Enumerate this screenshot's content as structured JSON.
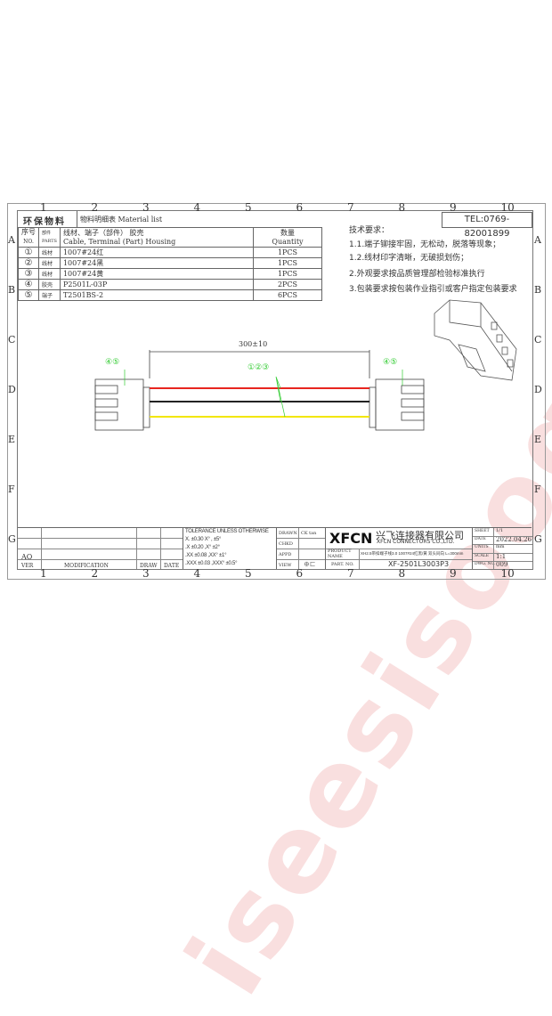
{
  "grid": {
    "columns": [
      "1",
      "2",
      "3",
      "4",
      "5",
      "6",
      "7",
      "8",
      "9",
      "10"
    ],
    "rows": [
      "A",
      "B",
      "C",
      "D",
      "E",
      "F",
      "G"
    ]
  },
  "header": {
    "eco": "环保物料",
    "list_title": "物料明细表 Material list",
    "tel": "TEL:0769-82001899"
  },
  "bom": {
    "h_no": "序号",
    "h_no_en": "NO.",
    "h_parts": "部件",
    "h_parts_en": "PARTS",
    "h_desc": "线材、端子（部件） 胶壳",
    "h_desc_en": "Cable, Terminal (Part) Housing",
    "h_qty": "数量",
    "h_qty_en": "Quantity",
    "rows": [
      {
        "no": "①",
        "part": "线材",
        "desc": "1007#24红",
        "qty": "1PCS"
      },
      {
        "no": "②",
        "part": "线材",
        "desc": "1007#24黑",
        "qty": "1PCS"
      },
      {
        "no": "③",
        "part": "线材",
        "desc": "1007#24黄",
        "qty": "1PCS"
      },
      {
        "no": "④",
        "part": "胶壳",
        "desc": "P2501L-03P",
        "qty": "2PCS"
      },
      {
        "no": "⑤",
        "part": "端子",
        "desc": "T2501BS-2",
        "qty": "6PCS"
      }
    ]
  },
  "requirements": {
    "title": "技术要求：",
    "items": [
      "1.1.端子铆接牢固，无松动，脱落等现象；",
      "1.2.线材印字清晰，无破损划伤；",
      "2.外观要求按品质管理部检验标准执行",
      "3.包装要求按包装作业指引或客户指定包装要求"
    ]
  },
  "drawing": {
    "length": "300±10",
    "callout_left": "④⑤",
    "callout_mid": "①②③",
    "callout_right": "④⑤",
    "wire_colors": [
      "#e8251f",
      "#222222",
      "#f2e600"
    ]
  },
  "title_block": {
    "version": "AO",
    "ver": "VER",
    "modification": "MODIFICATION",
    "draw": "DRAW",
    "date_h": "DATE",
    "tolerance_title": "TOLERANCE UNLESS OTHERWISE",
    "tolerances": [
      "X.  ±0.30   X° , ±5°",
      ".X  ±0.20  ,X° ±2°",
      ".XX ±0.08 ,XX° ±1°",
      ".XXX ±0.03 ,XXX° ±0.5°"
    ],
    "drawn": "DRAWN",
    "drawn_by": "CK tan",
    "chkd": "CHKD",
    "appd": "APPD",
    "view": "VIEW",
    "logo": "XFCN",
    "company_cn": "兴飞连接器有限公司",
    "company_en": "XFCN CONNECTORS CO.,LTD.",
    "product_name_label": "PRODUCT NAME",
    "product_name": "XH2.5带扣端子线3.0 1007#24红黑/黄 双头同向 L=300mm",
    "part_no_label": "PART. NO.",
    "part_no": "XF-2501L3003P3",
    "sheet_label": "SHEET",
    "sheet": "1/1",
    "date_label": "DATE",
    "date": "2022.04.26",
    "units_label": "UNITS",
    "units": "mm",
    "scale_label": "SCALE",
    "scale": "1:1",
    "dwg_label": "DWG. NO.",
    "dwg": "009"
  }
}
